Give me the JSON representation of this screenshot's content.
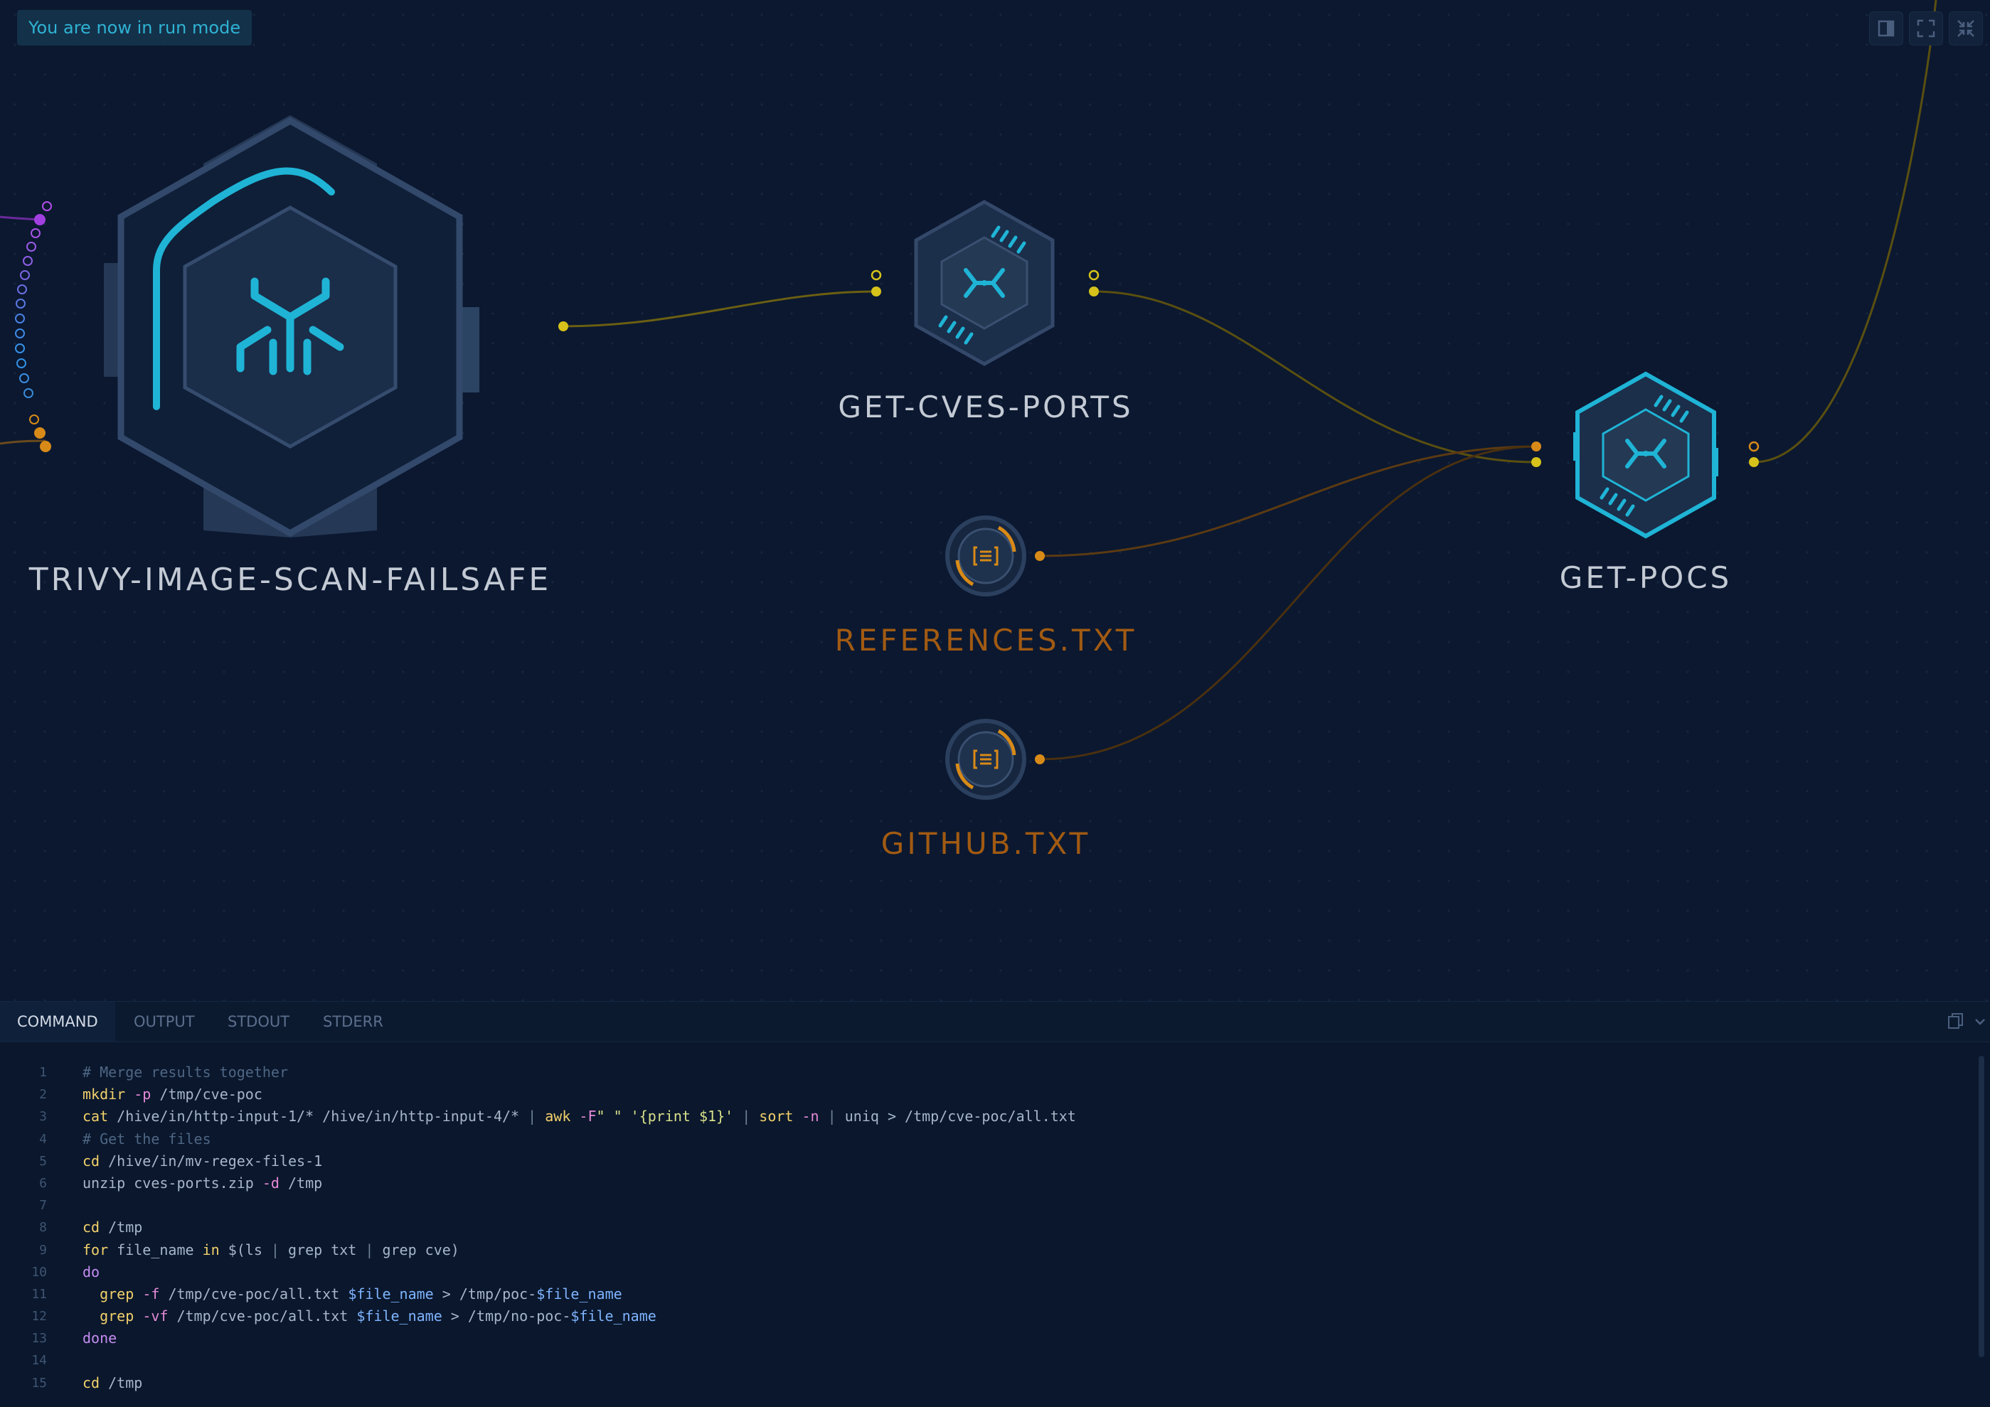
{
  "run_mode_banner": "You are now in run mode",
  "window_controls": [
    {
      "name": "toggle-sidebar-icon"
    },
    {
      "name": "fullscreen-icon"
    },
    {
      "name": "collapse-icon"
    }
  ],
  "colors": {
    "background": "#0b1830",
    "accent_cyan": "#1fb4d6",
    "edge_yellow": "#d6c21a",
    "edge_orange": "#d88a18",
    "port_purple": "#a23fe0",
    "port_blue": "#2f8fe6",
    "label_white": "#c3cad4",
    "label_orange": "#a15a12"
  },
  "nodes": [
    {
      "id": "trivy",
      "label": "TRIVY-IMAGE-SCAN-FAILSAFE",
      "type": "hex-large",
      "icon": "trivy-icon"
    },
    {
      "id": "cves",
      "label": "GET-CVES-PORTS",
      "type": "hex-medium",
      "icon": "hive-icon"
    },
    {
      "id": "refs",
      "label": "REFERENCES.TXT",
      "type": "file",
      "icon": "file-icon"
    },
    {
      "id": "github",
      "label": "GITHUB.TXT",
      "type": "file",
      "icon": "file-icon"
    },
    {
      "id": "pocs",
      "label": "GET-POCS",
      "type": "hex-medium-active",
      "icon": "hive-icon"
    }
  ],
  "panel": {
    "tabs": [
      "COMMAND",
      "OUTPUT",
      "STDOUT",
      "STDERR"
    ],
    "active_tab": "COMMAND",
    "controls": [
      "copy-icon",
      "chevron-down-icon"
    ]
  },
  "code_lines": [
    {
      "n": "1",
      "tokens": [
        [
          "# Merge results together",
          "comment"
        ]
      ]
    },
    {
      "n": "2",
      "tokens": [
        [
          "mkdir",
          "kw"
        ],
        [
          " ",
          "plain"
        ],
        [
          "-p",
          "flag"
        ],
        [
          " /tmp/cve-poc",
          "plain"
        ]
      ]
    },
    {
      "n": "3",
      "tokens": [
        [
          "cat",
          "kw"
        ],
        [
          " /hive/in/http-input-1/* /hive/in/http-input-4/* ",
          "plain"
        ],
        [
          "|",
          "pipe"
        ],
        [
          " ",
          "plain"
        ],
        [
          "awk",
          "kw"
        ],
        [
          " ",
          "plain"
        ],
        [
          "-F",
          "flag"
        ],
        [
          "\" \" '{print $1}'",
          "str"
        ],
        [
          " ",
          "plain"
        ],
        [
          "|",
          "pipe"
        ],
        [
          " ",
          "plain"
        ],
        [
          "sort",
          "kw"
        ],
        [
          " ",
          "plain"
        ],
        [
          "-n",
          "flag"
        ],
        [
          " ",
          "plain"
        ],
        [
          "|",
          "pipe"
        ],
        [
          " uniq > /tmp/cve-poc/all.txt",
          "plain"
        ]
      ]
    },
    {
      "n": "4",
      "tokens": [
        [
          "# Get the files",
          "comment"
        ]
      ]
    },
    {
      "n": "5",
      "tokens": [
        [
          "cd",
          "kw"
        ],
        [
          " /hive/in/mv-regex-files-1",
          "plain"
        ]
      ]
    },
    {
      "n": "6",
      "tokens": [
        [
          "unzip cves-ports.zip ",
          "plain"
        ],
        [
          "-d",
          "flag"
        ],
        [
          " /tmp",
          "plain"
        ]
      ]
    },
    {
      "n": "7",
      "tokens": [
        [
          "",
          "plain"
        ]
      ]
    },
    {
      "n": "8",
      "tokens": [
        [
          "cd",
          "kw"
        ],
        [
          " /tmp",
          "plain"
        ]
      ]
    },
    {
      "n": "9",
      "tokens": [
        [
          "for",
          "kw"
        ],
        [
          " file_name ",
          "plain"
        ],
        [
          "in",
          "kw"
        ],
        [
          " $(ls ",
          "plain"
        ],
        [
          "|",
          "pipe"
        ],
        [
          " grep txt ",
          "plain"
        ],
        [
          "|",
          "pipe"
        ],
        [
          " grep cve)",
          "plain"
        ]
      ]
    },
    {
      "n": "10",
      "tokens": [
        [
          "do",
          "ctl"
        ]
      ]
    },
    {
      "n": "11",
      "tokens": [
        [
          "  ",
          "plain"
        ],
        [
          "grep",
          "kw"
        ],
        [
          " ",
          "plain"
        ],
        [
          "-f",
          "flag"
        ],
        [
          " /tmp/cve-poc/all.txt ",
          "plain"
        ],
        [
          "$file_name",
          "var"
        ],
        [
          " > /tmp/poc-",
          "plain"
        ],
        [
          "$file_name",
          "var"
        ]
      ]
    },
    {
      "n": "12",
      "tokens": [
        [
          "  ",
          "plain"
        ],
        [
          "grep",
          "kw"
        ],
        [
          " ",
          "plain"
        ],
        [
          "-vf",
          "flag"
        ],
        [
          " /tmp/cve-poc/all.txt ",
          "plain"
        ],
        [
          "$file_name",
          "var"
        ],
        [
          " > /tmp/no-poc-",
          "plain"
        ],
        [
          "$file_name",
          "var"
        ]
      ]
    },
    {
      "n": "13",
      "tokens": [
        [
          "done",
          "ctl"
        ]
      ]
    },
    {
      "n": "14",
      "tokens": [
        [
          "",
          "plain"
        ]
      ]
    },
    {
      "n": "15",
      "tokens": [
        [
          "cd",
          "kw"
        ],
        [
          " /tmp",
          "plain"
        ]
      ]
    }
  ]
}
